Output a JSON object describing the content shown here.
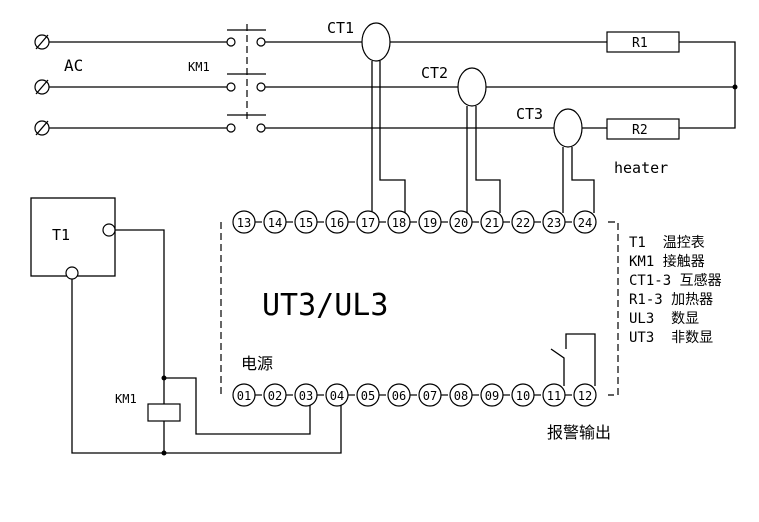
{
  "labels": {
    "ac": "AC",
    "km1_contactor": "KM1",
    "km1_coil": "KM1",
    "ct1": "CT1",
    "ct2": "CT2",
    "ct3": "CT3",
    "r1": "R1",
    "r2": "R2",
    "heater": "heater",
    "t1": "T1",
    "model": "UT3/UL3",
    "power": "电源",
    "alarm_output": "报警输出"
  },
  "terminals_top": [
    "13",
    "14",
    "15",
    "16",
    "17",
    "18",
    "19",
    "20",
    "21",
    "22",
    "23",
    "24"
  ],
  "terminals_bottom": [
    "01",
    "02",
    "03",
    "04",
    "05",
    "06",
    "07",
    "08",
    "09",
    "10",
    "11",
    "12"
  ],
  "legend": [
    "T1  温控表",
    "KM1 接触器",
    "CT1-3 互感器",
    "R1-3 加热器",
    "UL3  数显",
    "UT3  非数显"
  ]
}
